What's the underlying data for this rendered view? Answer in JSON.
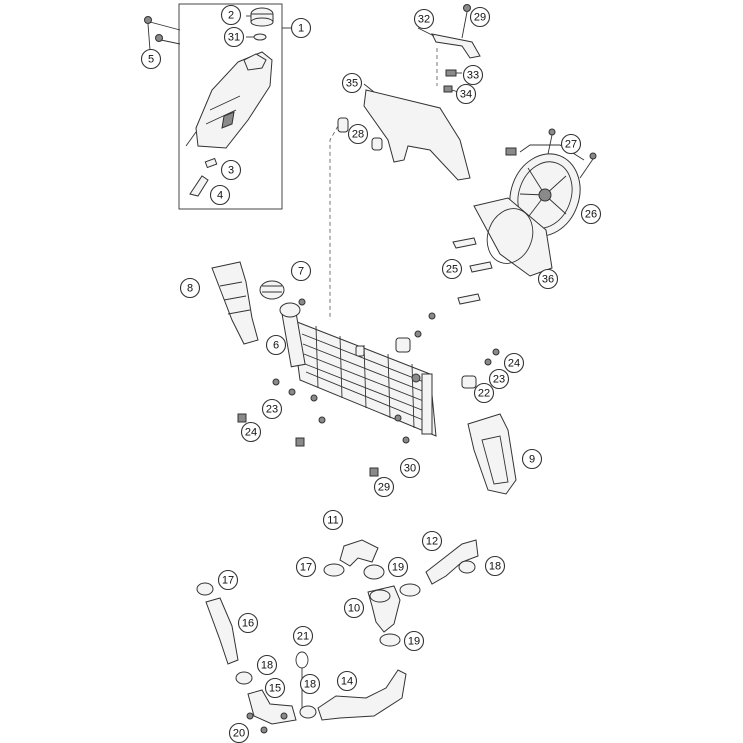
{
  "callouts": [
    {
      "id": "c1",
      "label": "1"
    },
    {
      "id": "c2",
      "label": "2"
    },
    {
      "id": "c31a",
      "label": "31"
    },
    {
      "id": "c5",
      "label": "5"
    },
    {
      "id": "c3",
      "label": "3"
    },
    {
      "id": "c4",
      "label": "4"
    },
    {
      "id": "c32",
      "label": "32"
    },
    {
      "id": "c29a",
      "label": "29"
    },
    {
      "id": "c33",
      "label": "33"
    },
    {
      "id": "c34",
      "label": "34"
    },
    {
      "id": "c35",
      "label": "35"
    },
    {
      "id": "c28",
      "label": "28"
    },
    {
      "id": "c27",
      "label": "27"
    },
    {
      "id": "c26",
      "label": "26"
    },
    {
      "id": "c25",
      "label": "25"
    },
    {
      "id": "c36",
      "label": "36"
    },
    {
      "id": "c7",
      "label": "7"
    },
    {
      "id": "c8",
      "label": "8"
    },
    {
      "id": "c6",
      "label": "6"
    },
    {
      "id": "c24a",
      "label": "24"
    },
    {
      "id": "c23a",
      "label": "23"
    },
    {
      "id": "c22",
      "label": "22"
    },
    {
      "id": "c23b",
      "label": "23"
    },
    {
      "id": "c24b",
      "label": "24"
    },
    {
      "id": "c9",
      "label": "9"
    },
    {
      "id": "c30",
      "label": "30"
    },
    {
      "id": "c29b",
      "label": "29"
    },
    {
      "id": "c11",
      "label": "11"
    },
    {
      "id": "c12",
      "label": "12"
    },
    {
      "id": "c17a",
      "label": "17"
    },
    {
      "id": "c19a",
      "label": "19"
    },
    {
      "id": "c18a",
      "label": "18"
    },
    {
      "id": "c10",
      "label": "10"
    },
    {
      "id": "c19b",
      "label": "19"
    },
    {
      "id": "c17b",
      "label": "17"
    },
    {
      "id": "c16",
      "label": "16"
    },
    {
      "id": "c21",
      "label": "21"
    },
    {
      "id": "c14",
      "label": "14"
    },
    {
      "id": "c18b",
      "label": "18"
    },
    {
      "id": "c15",
      "label": "15"
    },
    {
      "id": "c18c",
      "label": "18"
    },
    {
      "id": "c20",
      "label": "20"
    }
  ]
}
